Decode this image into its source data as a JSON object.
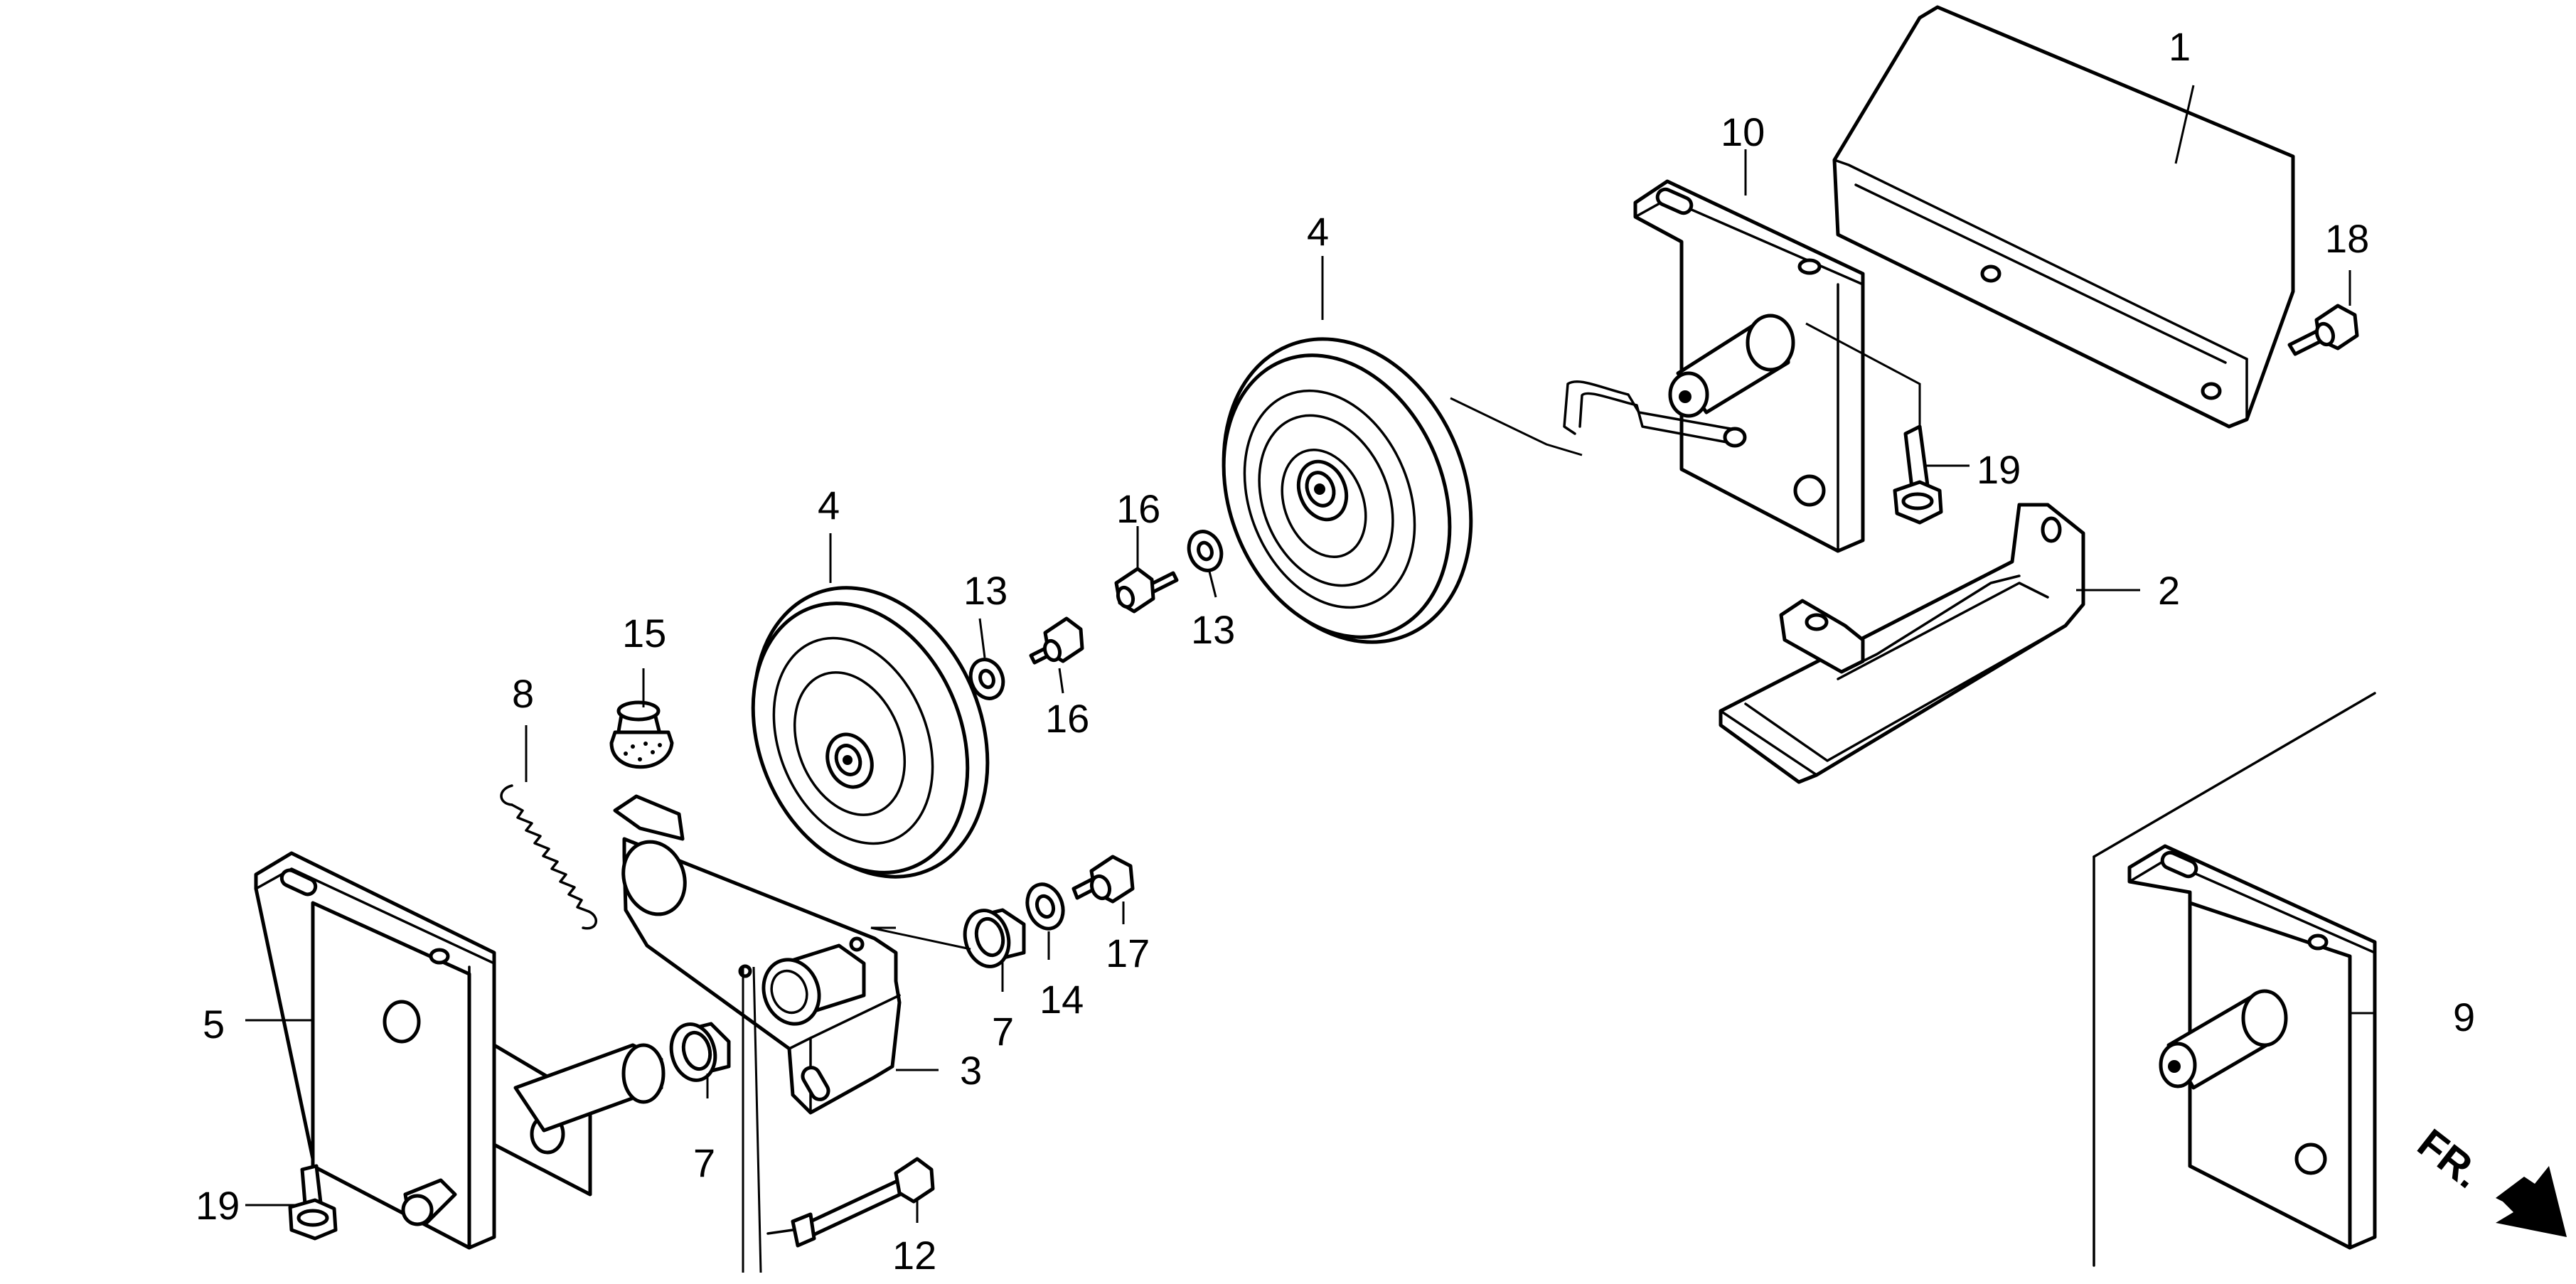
{
  "figure": {
    "callouts": [
      "1",
      "2",
      "3",
      "4",
      "4",
      "5",
      "7",
      "7",
      "8",
      "9",
      "10",
      "12",
      "13",
      "13",
      "14",
      "15",
      "16",
      "16",
      "17",
      "18",
      "19",
      "19"
    ],
    "direction_label": "FR."
  },
  "colors": {
    "ink": "#000000",
    "paper": "#ffffff"
  }
}
